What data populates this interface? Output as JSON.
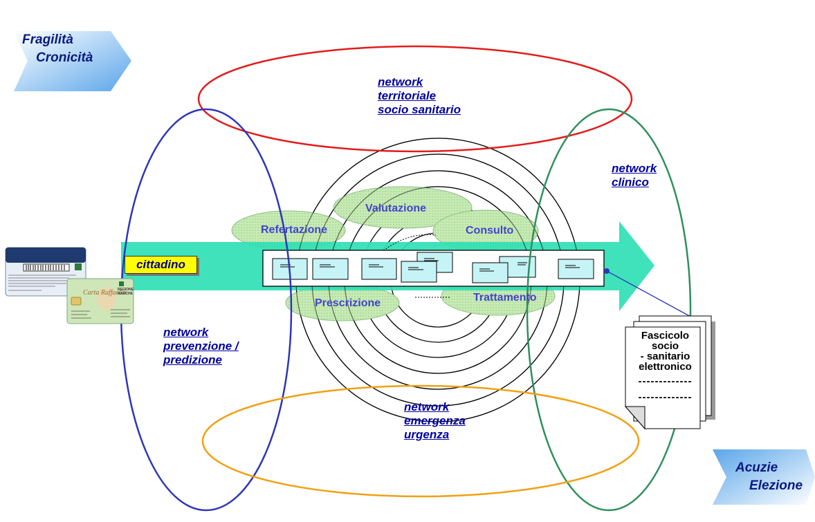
{
  "corners": {
    "top_left": [
      "Fragilità",
      "Cronicità"
    ],
    "bottom_right": [
      "Acuzie",
      "Elezione"
    ]
  },
  "networks": {
    "territoriale": [
      "network",
      "territoriale",
      "socio sanitario"
    ],
    "clinico": [
      "network",
      "clinico"
    ],
    "prevenzione": [
      "network",
      "prevenzione /",
      "predizione"
    ],
    "emergenza": [
      "network",
      "emergenza",
      "urgenza"
    ]
  },
  "process_steps": {
    "valutazione": "Valutazione",
    "refertazione": "Refertazione",
    "consulto": "Consulto",
    "prescrizione": "Prescrizione",
    "trattamento": "Trattamento"
  },
  "cittadino": "cittadino",
  "fascicolo": {
    "lines": [
      "Fascicolo",
      "socio",
      "- sanitario",
      "elettronico"
    ],
    "dash1": "-------------",
    "dash2": "-------------"
  },
  "card": {
    "title": "Carta Raffaello",
    "region": "REGIONE MARCHE"
  },
  "colors": {
    "network_territoriale": "#e31b1b",
    "network_clinico": "#2f8f5b",
    "network_prevenzione": "#2e35b8",
    "network_emergenza": "#f2a012",
    "process_arrow": "#2fe0b4",
    "step_ellipse": "#bfe3b0",
    "label": "#0000a0"
  }
}
